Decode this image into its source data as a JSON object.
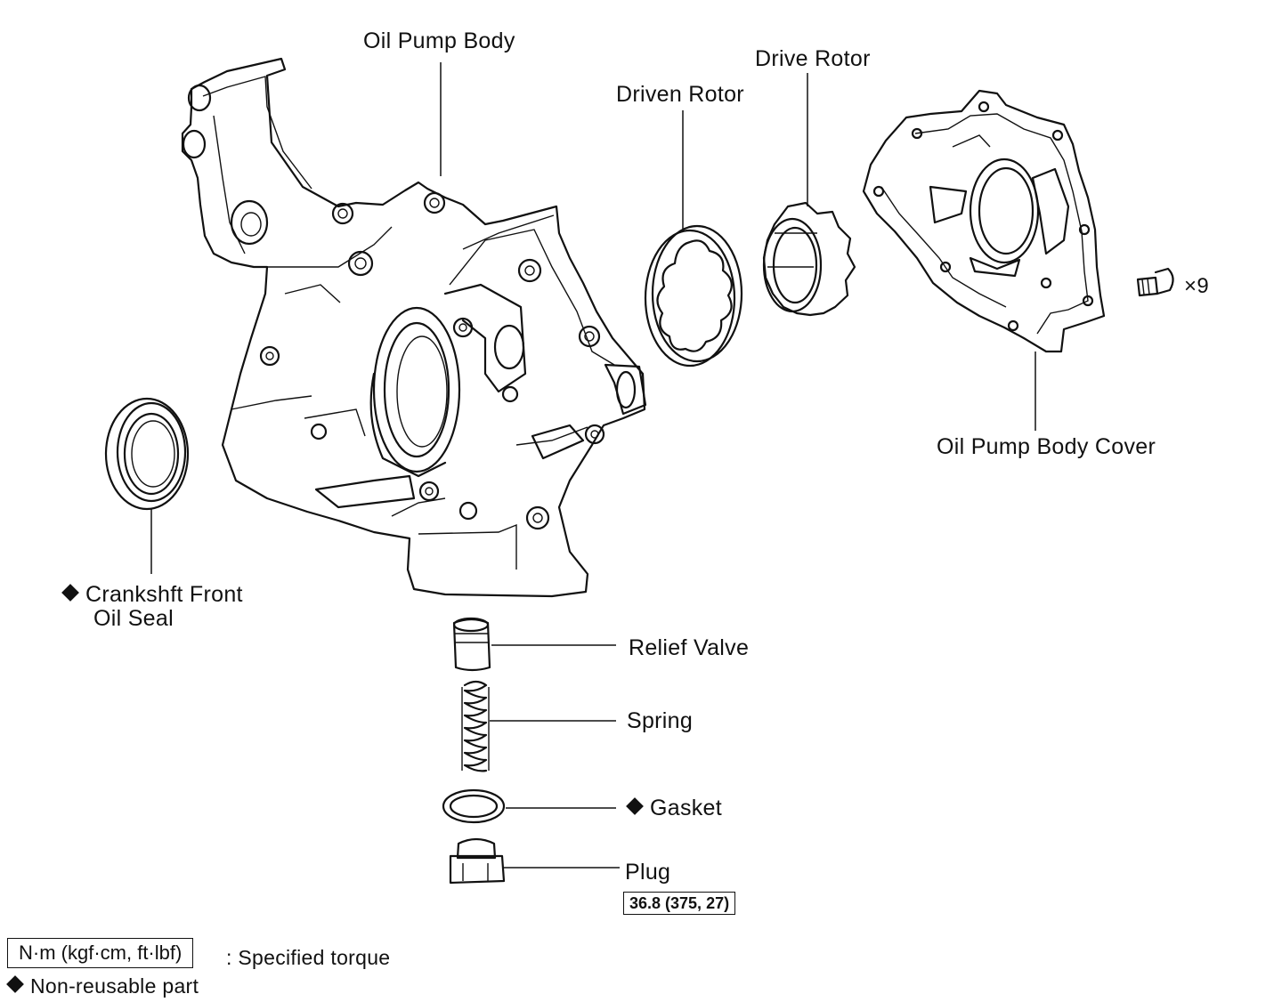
{
  "labels": {
    "oil_pump_body": "Oil Pump Body",
    "driven_rotor": "Driven Rotor",
    "drive_rotor": "Drive Rotor",
    "oil_pump_body_cover": "Oil Pump Body Cover",
    "bolt_qty": "×9",
    "crankshaft_seal_line1": "Crankshft Front",
    "crankshaft_seal_line2": "Oil Seal",
    "relief_valve": "Relief Valve",
    "spring": "Spring",
    "gasket": "Gasket",
    "plug": "Plug",
    "plug_torque": "36.8 (375, 27)"
  },
  "legend": {
    "torque_unit": "N·m (kgf·cm, ft·lbf)",
    "torque_desc": ": Specified torque",
    "non_reusable": "Non-reusable part"
  },
  "non_reusable_parts": [
    "Crankshft Front Oil Seal",
    "Gasket"
  ]
}
